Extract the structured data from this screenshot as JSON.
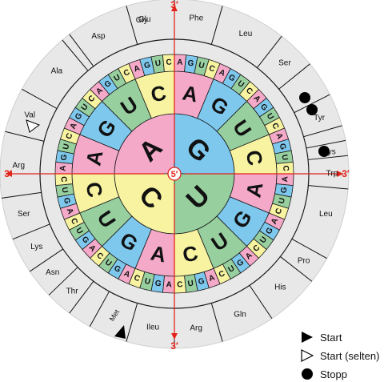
{
  "colors": {
    "A": "#f5a9c9",
    "G": "#7ec8ee",
    "U": "#97cf9f",
    "C": "#f7f3a0",
    "ring": "#e8e8e8",
    "axis": "#e2231a"
  },
  "bases": [
    "A",
    "G",
    "U",
    "C"
  ],
  "center_label": "5′",
  "axis_labels": {
    "top": "3′",
    "bottom": "3′",
    "left": "3′",
    "right": "3′"
  },
  "amino_acids": [
    "Gly",
    "Phe",
    "Leu",
    "Ser",
    "Tyr",
    "Cys",
    "Trp",
    "Leu",
    "Pro",
    "His",
    "Gln",
    "Arg",
    "Ileu",
    "Met",
    "Thr",
    "Asn",
    "Lys",
    "Ser",
    "Arg",
    "Val",
    "Ala",
    "Asp",
    "Glu"
  ],
  "legend": {
    "start": "Start",
    "start_rare": "Start (selten)",
    "stop": "Stopp"
  },
  "markers": {
    "start": [
      "Met"
    ],
    "start_rare": [
      "Val"
    ],
    "stop": [
      "Tyr",
      "Tyr",
      "Cys"
    ]
  }
}
